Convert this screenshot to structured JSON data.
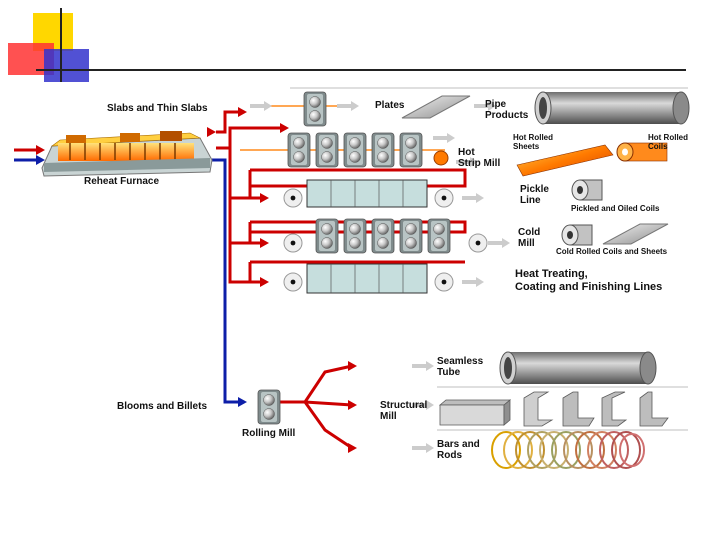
{
  "colors": {
    "yellow": "#ffd700",
    "red_square": "#ff3333",
    "blue_square": "#3333cc",
    "red_flow": "#cc0000",
    "blue_flow": "#0d1ea8",
    "gray_arrow": "#c8c8c8",
    "orange": "#ff8a1c",
    "steel_gray": "#9a9a9a",
    "teal_box": "#c6dedd"
  },
  "labels": {
    "slabs": "Slabs and Thin Slabs",
    "reheat": "Reheat Furnace",
    "plates": "Plates",
    "pipe": "Pipe\nProducts",
    "hot_rolled_sheets": "Hot Rolled\nSheets",
    "hot_rolled_coils": "Hot Rolled\nCoils",
    "hot_strip_mill": "Hot\nStrip Mill",
    "pickle_line": "Pickle\nLine",
    "pickled_oiled": "Pickled and Oiled Coils",
    "cold_mill": "Cold\nMill",
    "cold_rolled": "Cold Rolled Coils and Sheets",
    "heat_treating": "Heat Treating,\nCoating and Finishing Lines",
    "blooms": "Blooms and Billets",
    "rolling_mill": "Rolling Mill",
    "seamless": "Seamless\nTube",
    "structural": "Structural\nMill",
    "bars": "Bars and\nRods"
  },
  "icons": {
    "furnace": "reheat-furnace-icon",
    "roll_stand": "roll-stand-icon",
    "plate": "steel-plate-icon",
    "pipe": "steel-pipe-icon",
    "sheet": "hot-rolled-sheet-icon",
    "coil": "steel-coil-icon",
    "rods": "rod-coils-icon",
    "structural": "structural-shapes-icon"
  }
}
